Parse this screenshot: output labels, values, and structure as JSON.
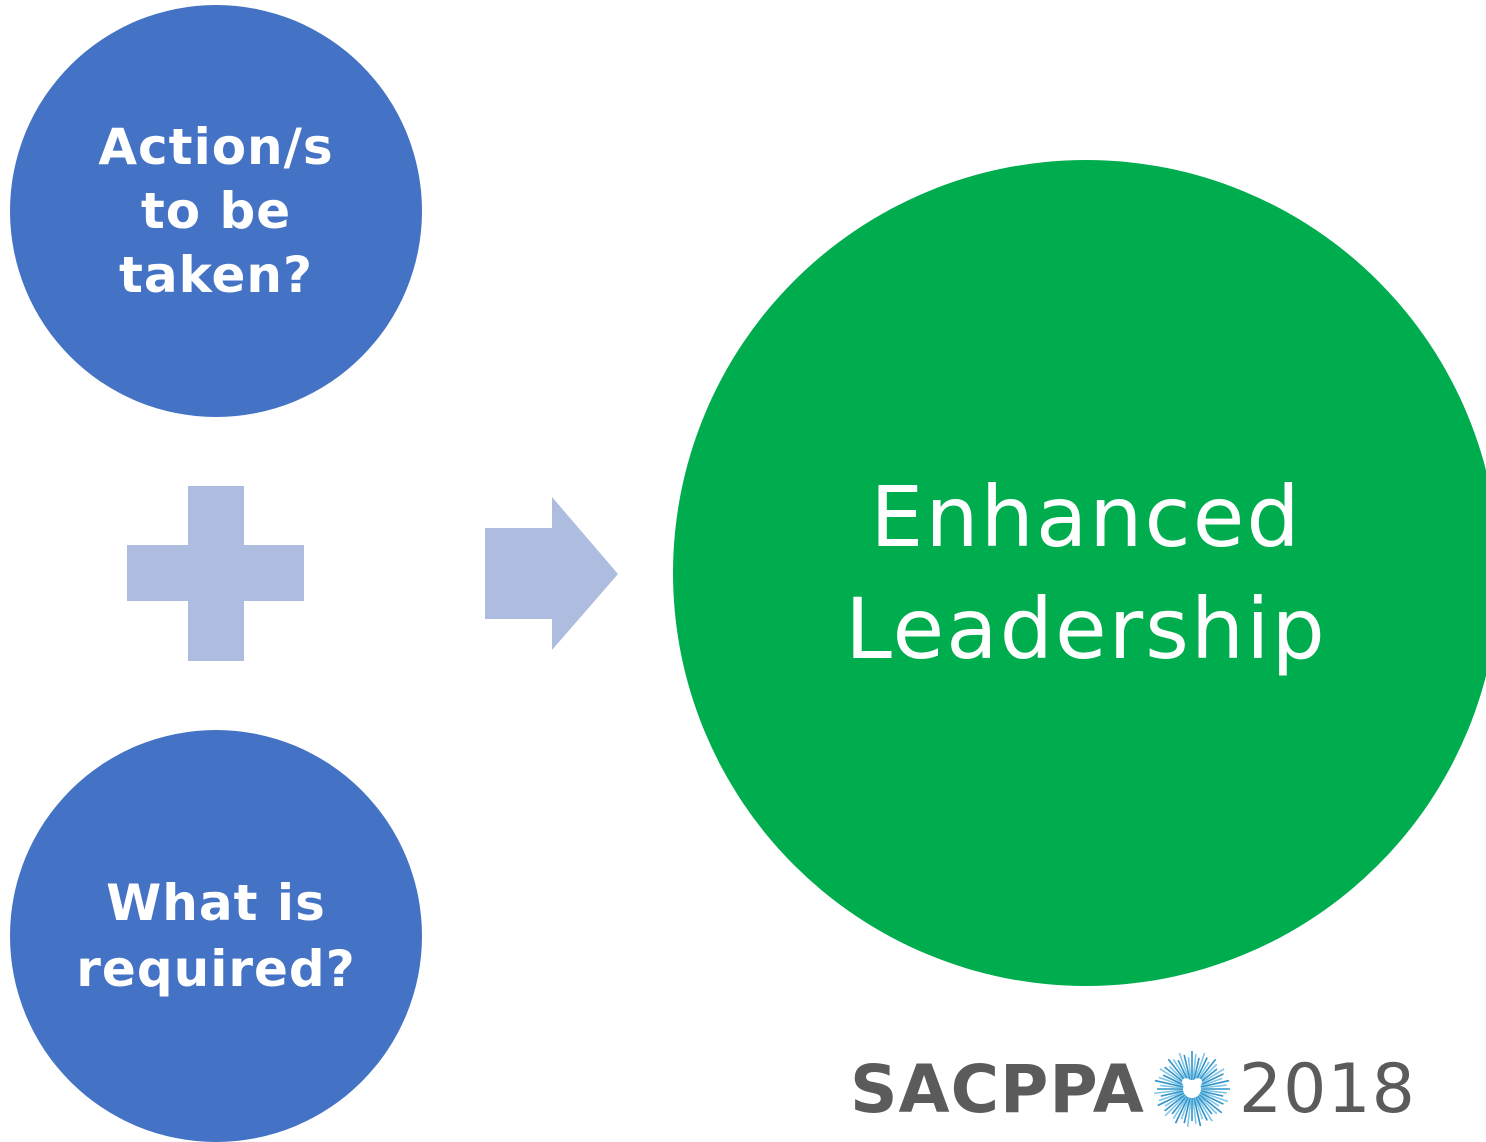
{
  "diagram": {
    "input_top": "Action/s\nto be\ntaken?",
    "input_bottom": "What is\nrequired?",
    "result": "Enhanced\nLeadership"
  },
  "logo": {
    "word": "SACPPA",
    "year": "2018",
    "mark_icon": "radiating-heart-icon"
  },
  "colors": {
    "input_circle": "#4472c4",
    "result_circle": "#00ad4e",
    "connector": "#aebcdf",
    "logo_text": "#5b5b5b"
  }
}
